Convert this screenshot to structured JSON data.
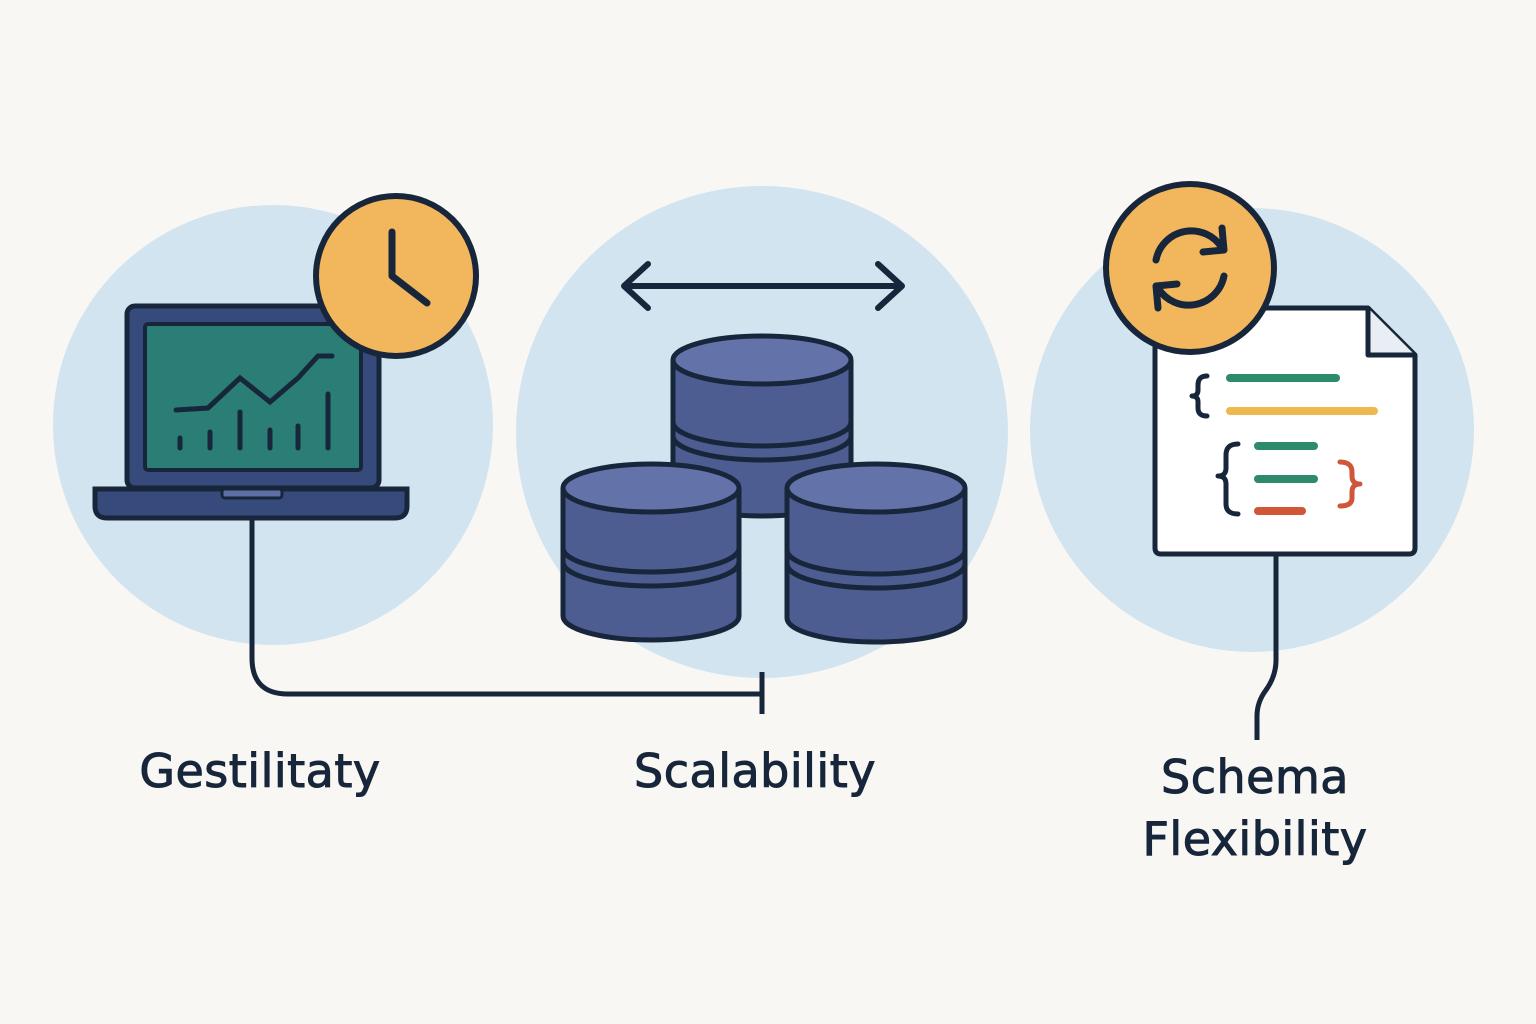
{
  "labels": {
    "left": "Gestilitaty",
    "center": "Scalability",
    "right_line1": "Schema",
    "right_line2": "Flexibility"
  },
  "icons": {
    "left": [
      "laptop-icon",
      "line-chart-icon",
      "clock-icon"
    ],
    "center": [
      "double-arrow-icon",
      "database-stack-icon"
    ],
    "right": [
      "sync-icon",
      "json-document-icon"
    ]
  },
  "colors": {
    "background": "#f8f7f4",
    "circle": "#d2e4ef",
    "outline": "#17263a",
    "screen": "#2a7e76",
    "laptop": "#374a7c",
    "database": "#6472aa",
    "accent": "#f2b75c",
    "code_green": "#2e8a6c",
    "code_yellow": "#eeb84f",
    "code_red": "#d0563a"
  }
}
